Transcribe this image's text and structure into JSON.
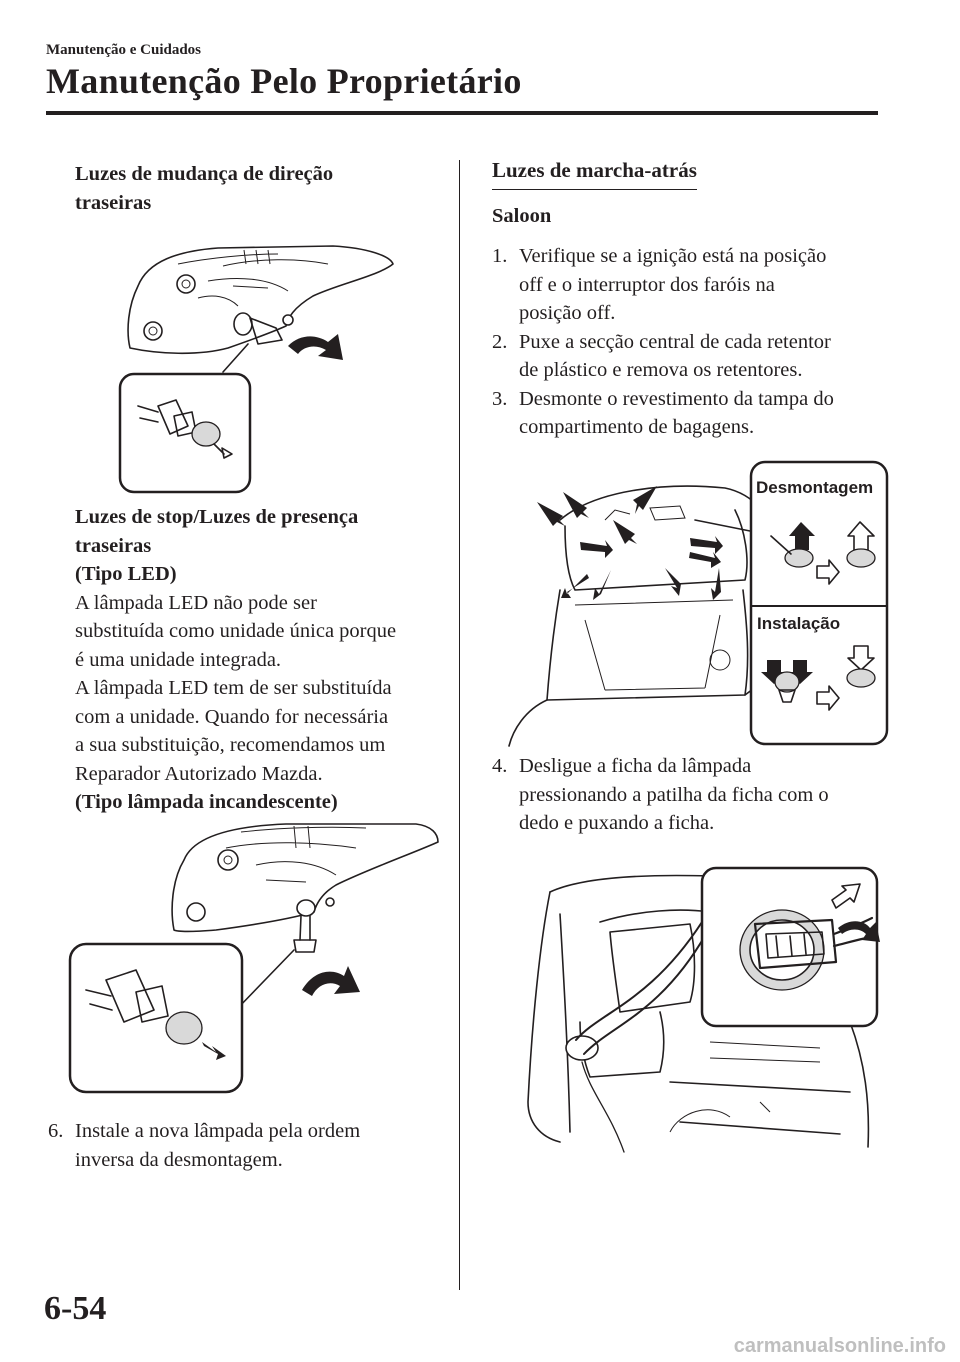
{
  "header": {
    "section": "Manutenção e Cuidados",
    "title": "Manutenção Pelo Proprietário"
  },
  "left": {
    "heading_lines": [
      "Luzes de mudança de direção",
      "traseiras"
    ],
    "block2_bold_lines": [
      "Luzes de stop/Luzes de presença",
      "traseiras",
      "(Tipo LED)"
    ],
    "block2_para_lines": [
      "A lâmpada LED não pode ser",
      "substituída como unidade única porque",
      "é uma unidade integrada.",
      "A lâmpada LED tem de ser substituída",
      "com a unidade. Quando for necessária",
      "a sua substituição, recomendamos um",
      "Reparador Autorizado Mazda."
    ],
    "block2_bold_last": "(Tipo lâmpada incandescente)",
    "step6_num": "6.",
    "step6_lines": [
      "Instale a nova lâmpada pela ordem",
      "inversa da desmontagem."
    ]
  },
  "right": {
    "heading": "Luzes de marcha-atrás",
    "subheading": "Saloon",
    "steps": [
      {
        "num": "1.",
        "lines": [
          "Verifique se a ignição está na posição",
          "off e o interruptor dos faróis na",
          "posição off."
        ]
      },
      {
        "num": "2.",
        "lines": [
          "Puxe a secção central de cada retentor",
          "de plástico e remova os retentores."
        ]
      },
      {
        "num": "3.",
        "lines": [
          "Desmonte o revestimento da tampa do",
          "compartimento de bagagens."
        ]
      }
    ],
    "figure_labels": {
      "removal": "Desmontagem",
      "install": "Instalação"
    },
    "step4_num": "4.",
    "step4_lines": [
      "Desligue a ficha da lâmpada",
      "pressionando a patilha da ficha com o",
      "dedo e puxando a ficha."
    ]
  },
  "footer": {
    "page_number": "6-54",
    "watermark": "carmanualsonline.info"
  }
}
